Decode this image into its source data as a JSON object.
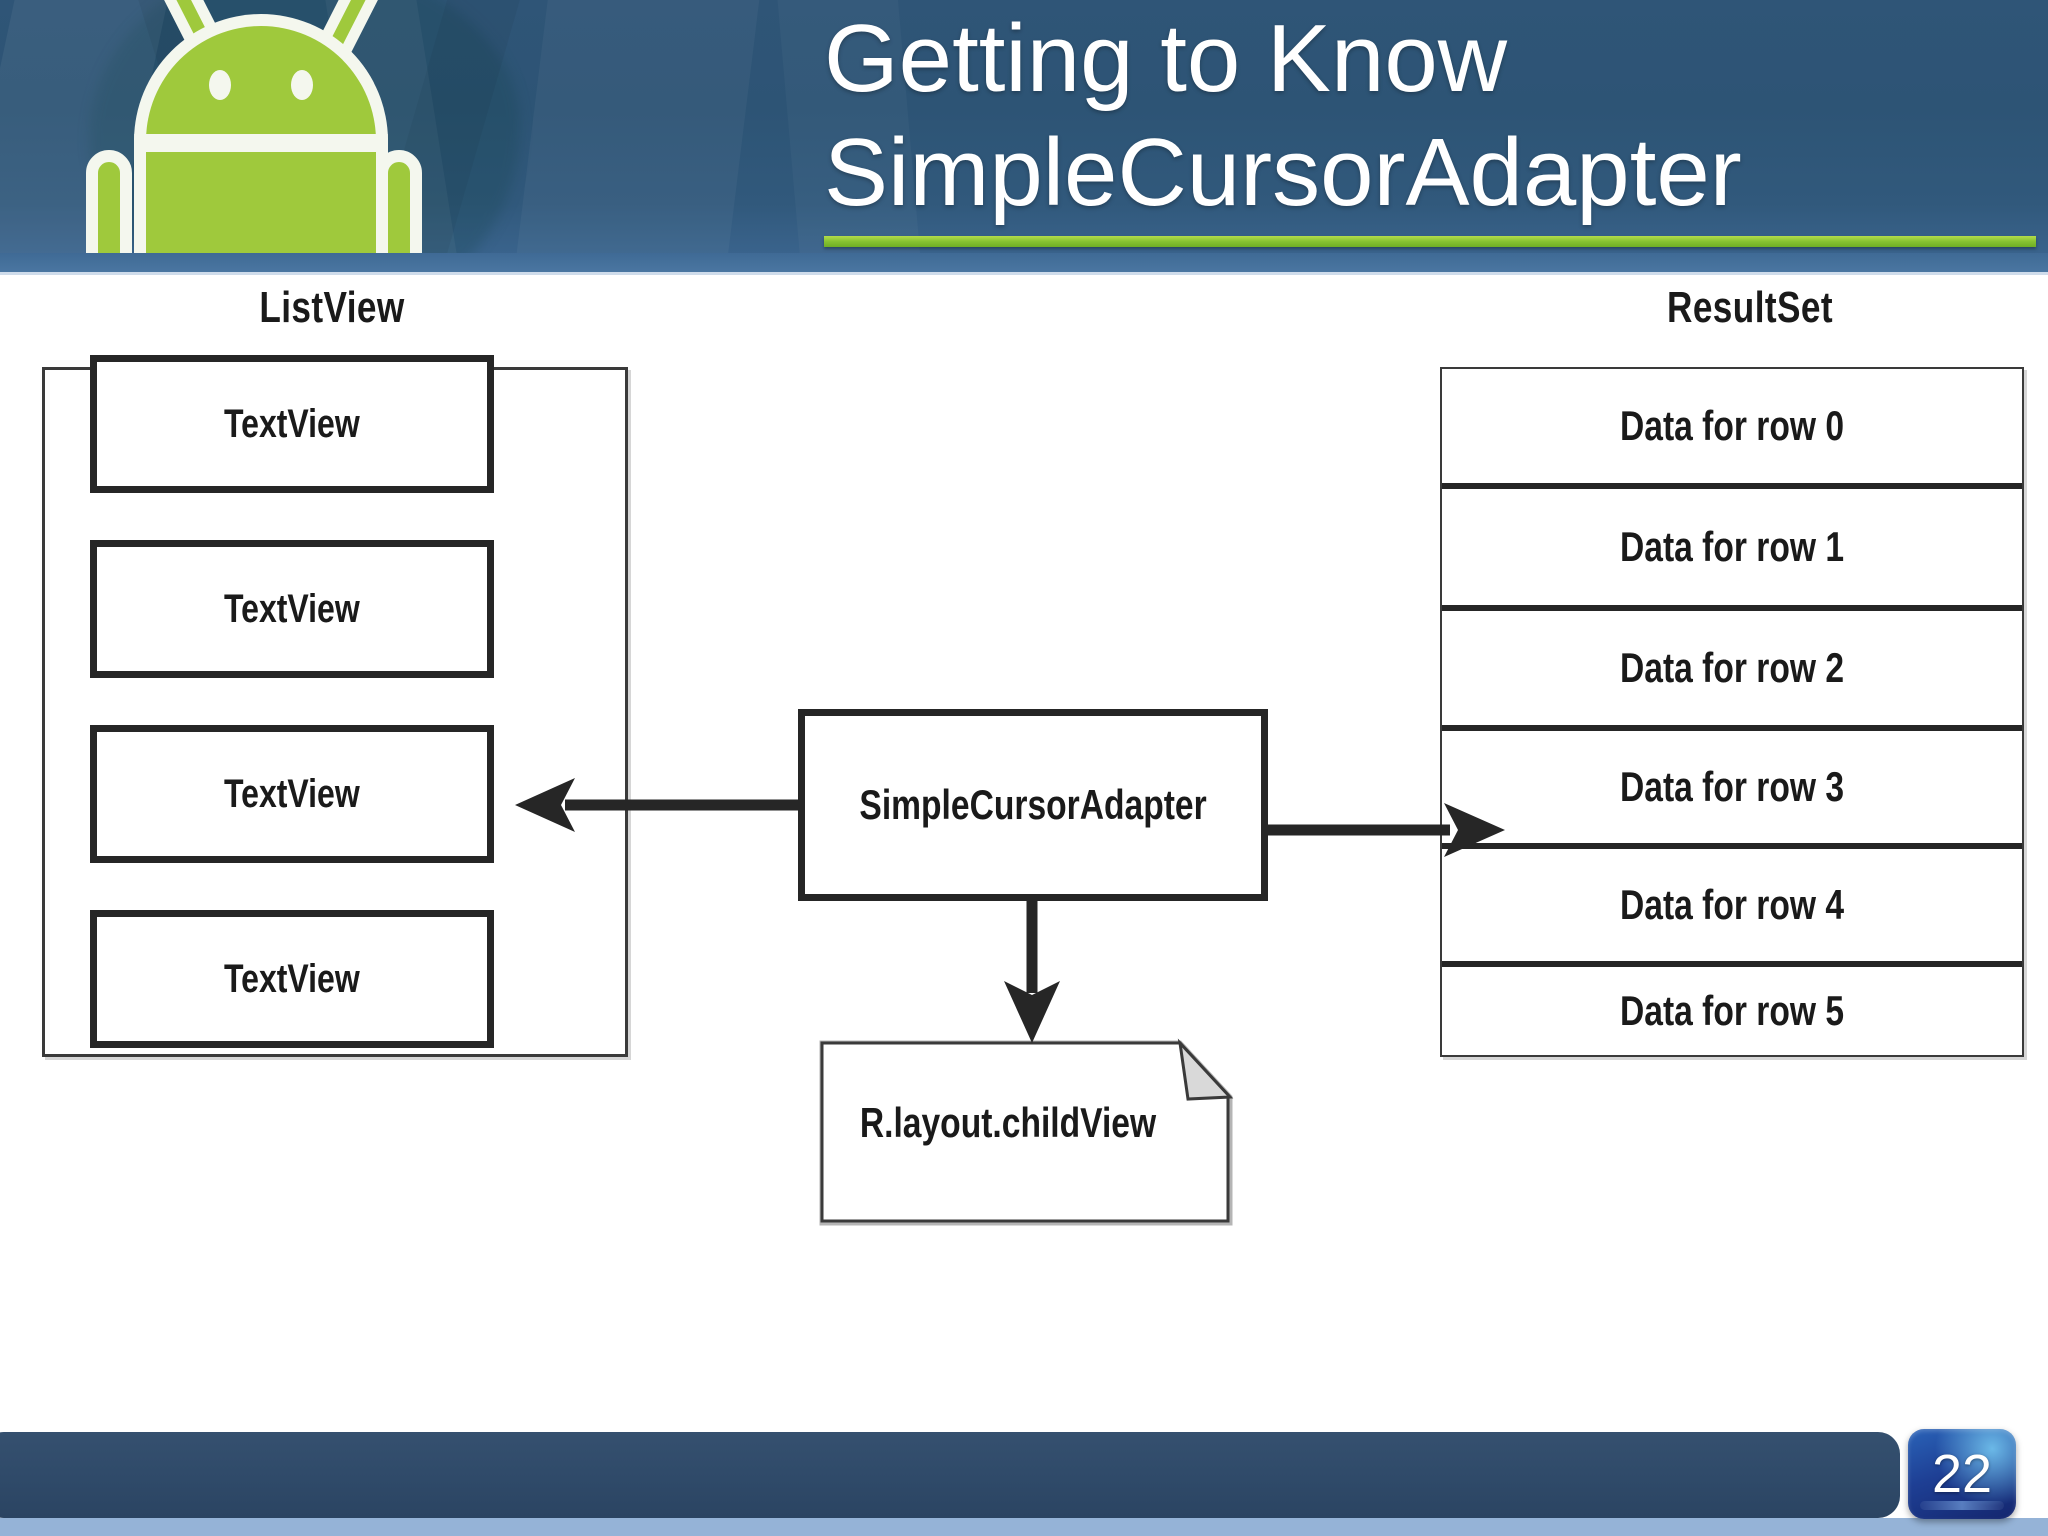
{
  "header": {
    "title_line1": "Getting to Know",
    "title_line2": "SimpleCursorAdapter",
    "logo_name": "android-robot-logo",
    "accent_green": "#86c232",
    "background_blue": "#2d5475",
    "title_color": "#ffffff"
  },
  "diagram": {
    "type": "flow-diagram",
    "listview": {
      "caption": "ListView",
      "cells": [
        {
          "label": "TextView"
        },
        {
          "label": "TextView"
        },
        {
          "label": "TextView"
        },
        {
          "label": "TextView"
        }
      ]
    },
    "adapter": {
      "label": "SimpleCursorAdapter"
    },
    "layout_doc": {
      "label": "R.layout.childView",
      "shape": "document-with-folded-corner"
    },
    "resultset": {
      "caption": "ResultSet",
      "rows": [
        {
          "label": "Data for row 0"
        },
        {
          "label": "Data for row 1"
        },
        {
          "label": "Data for row 2"
        },
        {
          "label": "Data for row 3"
        },
        {
          "label": "Data for row 4"
        },
        {
          "label": "Data for row 5"
        }
      ]
    },
    "connectors": [
      {
        "name": "adapter-to-listview",
        "from": "SimpleCursorAdapter",
        "to": "TextView (2nd cell)",
        "direction": "left",
        "arrowhead": true
      },
      {
        "name": "adapter-to-resultset",
        "from": "SimpleCursorAdapter",
        "to": "Data for row 2",
        "direction": "right",
        "arrowhead": true
      },
      {
        "name": "adapter-to-layout",
        "from": "SimpleCursorAdapter",
        "to": "R.layout.childView",
        "direction": "down",
        "arrowhead": true
      }
    ],
    "line_color": "#262626"
  },
  "footer": {
    "page_number": "22",
    "bar_color": "#2f4a69",
    "band_color": "#95b3d7"
  }
}
